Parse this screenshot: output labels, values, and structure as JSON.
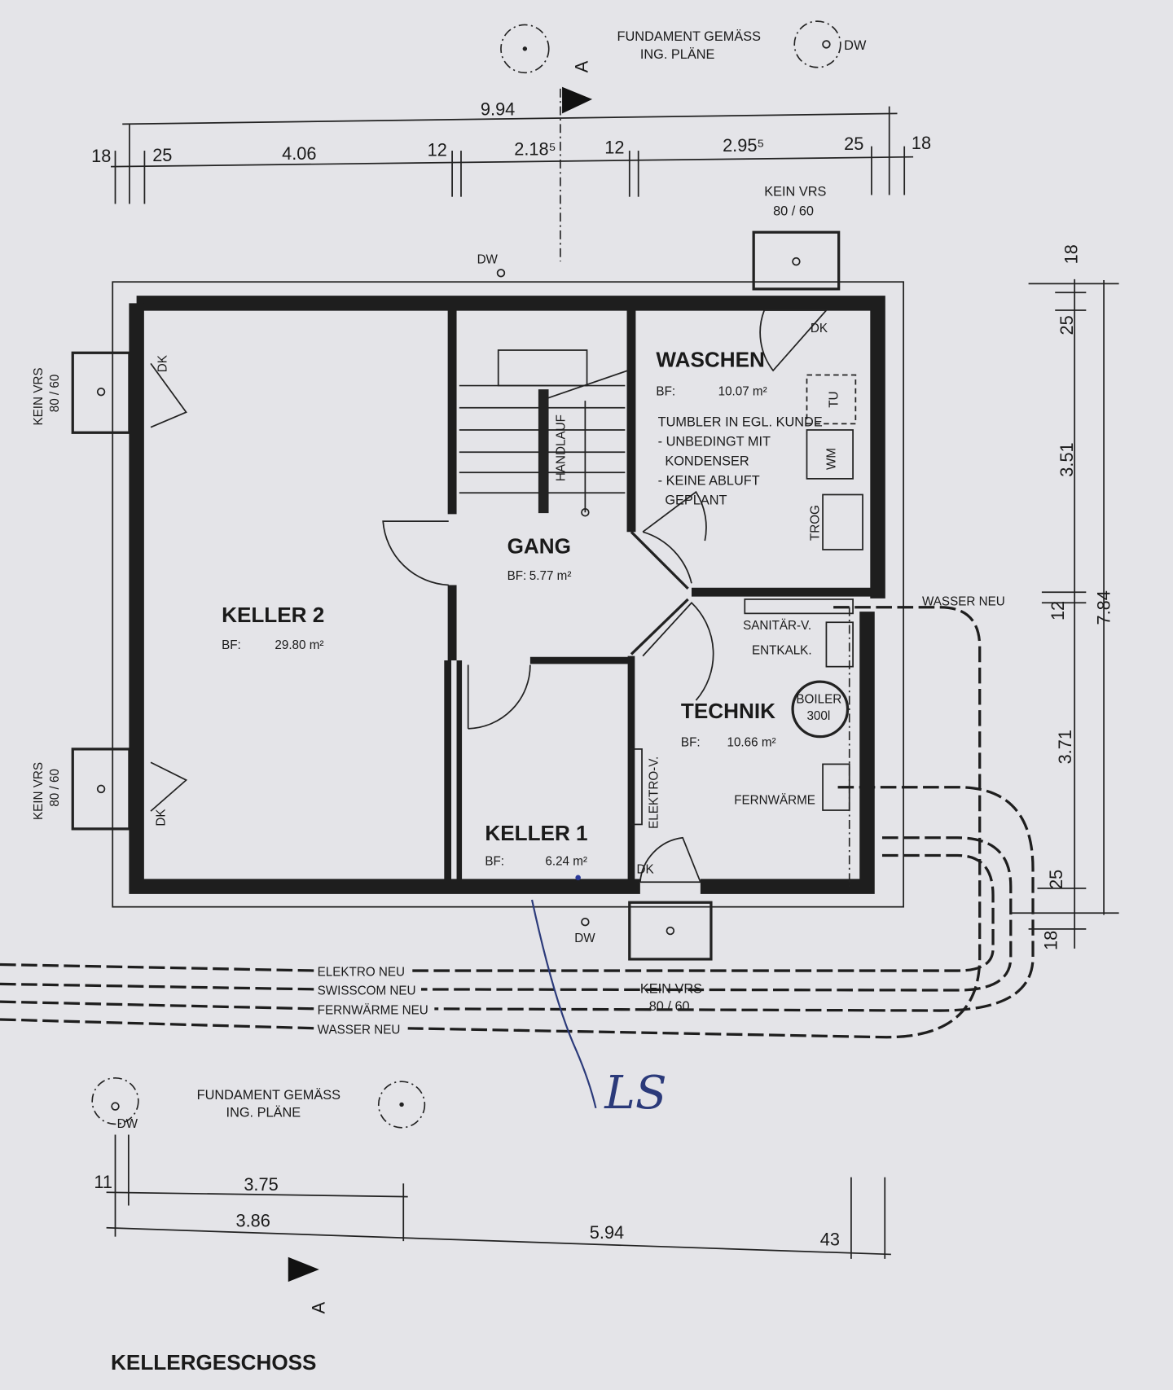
{
  "title": "KELLERGESCHOSS",
  "section_marker": "A",
  "foundation_note": {
    "line1": "FUNDAMENT GEMÄSS",
    "line2": "ING. PLÄNE"
  },
  "dw": "DW",
  "dk": "DK",
  "window_note": {
    "line1": "KEIN VRS",
    "line2": "80 / 60"
  },
  "rooms": [
    {
      "name": "KELLER 2",
      "bf_label": "BF:",
      "area": "29.80 m²"
    },
    {
      "name": "GANG",
      "bf_label": "BF:",
      "area": "5.77 m²"
    },
    {
      "name": "WASCHEN",
      "bf_label": "BF:",
      "area": "10.07 m²"
    },
    {
      "name": "TECHNIK",
      "bf_label": "BF:",
      "area": "10.66 m²"
    },
    {
      "name": "KELLER 1",
      "bf_label": "BF:",
      "area": "6.24 m²"
    }
  ],
  "waschen_notes": [
    "TUMBLER IN EGL. KUNDE",
    "- UNBEDINGT MIT",
    "KONDENSER",
    "- KEINE ABLUFT",
    "GEPLANT"
  ],
  "fixtures": {
    "handlauf": "HANDLAUF",
    "tumbler": "TU",
    "washer": "WM",
    "trog": "TROG",
    "sanitaer": "SANITÄR-V.",
    "entkalk": "ENTKALK.",
    "boiler": "BOILER",
    "boiler_size": "300l",
    "fernwaerme": "FERNWÄRME",
    "elektro": "ELEKTRO-V.",
    "wasser_neu": "WASSER NEU"
  },
  "pipes": [
    "ELEKTRO NEU",
    "SWISSCOM NEU",
    "FERNWÄRME NEU",
    "WASSER NEU"
  ],
  "dimensions": {
    "top_total": "9.94",
    "top_segments": [
      "18",
      "25",
      "4.06",
      "12",
      "2.18⁵",
      "12",
      "2.95⁵",
      "25",
      "18"
    ],
    "right_total": "7.84",
    "right_segments": [
      "18",
      "25",
      "3.51",
      "12",
      "3.71",
      "25",
      "18"
    ],
    "bottom": {
      "a": "11",
      "b": "3.75",
      "c": "3.86",
      "d": "5.94",
      "e": "43"
    }
  },
  "handwritten": "LS"
}
